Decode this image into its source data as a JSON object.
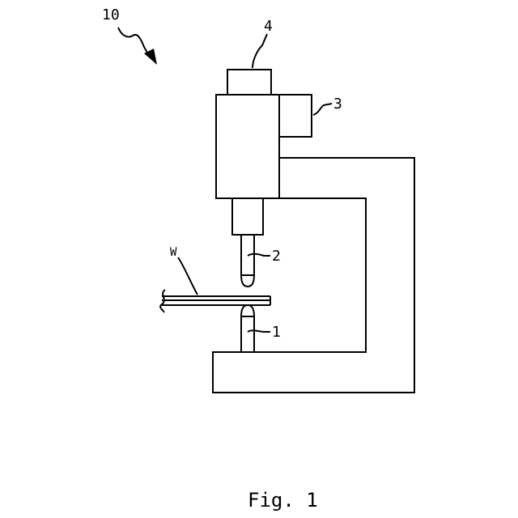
{
  "labels": {
    "device": "10",
    "part_4": "4",
    "part_3": "3",
    "part_2": "2",
    "part_1": "1",
    "workpiece": "W"
  },
  "caption": "Fig. 1"
}
